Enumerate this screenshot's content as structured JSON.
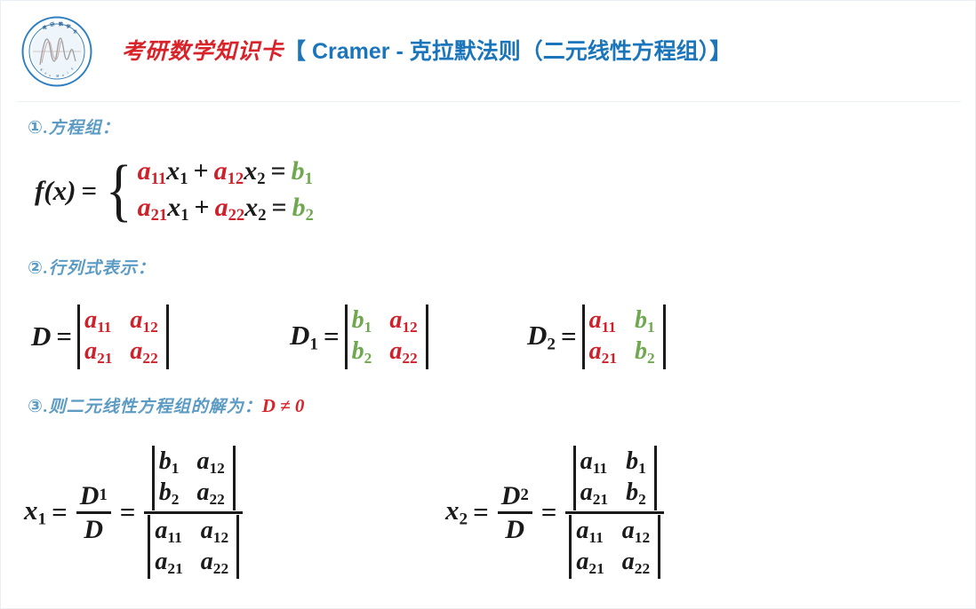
{
  "header": {
    "logo_icon": "math-curve-circular-logo",
    "title_cn": "考研数学知识卡",
    "title_main": "【 Cramer - 克拉默法则（二元线性方程组）】"
  },
  "colors": {
    "coefficient_red": "#d0212a",
    "constant_green": "#6fa84f",
    "heading_blue": "#5b9bc4",
    "title_blue": "#1b75bb",
    "title_red": "#d8232a",
    "text_black": "#1a1a1a"
  },
  "sections": {
    "one": {
      "num": "①",
      "dot": ".",
      "label": "方程组："
    },
    "two": {
      "num": "②",
      "dot": ".",
      "label": "行列式表示："
    },
    "three": {
      "num": "③",
      "dot": ".",
      "label": "则二元线性方程组的解为：",
      "condition": "D ≠ 0"
    }
  },
  "symbols": {
    "eq": "=",
    "plus": "+",
    "brace_left": "{",
    "f_of_x": "f(x)"
  },
  "system": {
    "lhs": "f",
    "lhs_paren_open": "(",
    "lhs_var": "x",
    "lhs_paren_close": ")",
    "rows": [
      {
        "a1": "a",
        "a1sub": "11",
        "x1": "x",
        "x1sub": "1",
        "a2": "a",
        "a2sub": "12",
        "x2": "x",
        "x2sub": "2",
        "b": "b",
        "bsub": "1"
      },
      {
        "a1": "a",
        "a1sub": "21",
        "x1": "x",
        "x1sub": "1",
        "a2": "a",
        "a2sub": "22",
        "x2": "x",
        "x2sub": "2",
        "b": "b",
        "bsub": "2"
      }
    ]
  },
  "determinants": [
    {
      "name": "D",
      "name_sub": "",
      "cells": [
        {
          "t": "a",
          "s": "11",
          "c": "red"
        },
        {
          "t": "a",
          "s": "12",
          "c": "red"
        },
        {
          "t": "a",
          "s": "21",
          "c": "red"
        },
        {
          "t": "a",
          "s": "22",
          "c": "red"
        }
      ]
    },
    {
      "name": "D",
      "name_sub": "1",
      "cells": [
        {
          "t": "b",
          "s": "1",
          "c": "green"
        },
        {
          "t": "a",
          "s": "12",
          "c": "red"
        },
        {
          "t": "b",
          "s": "2",
          "c": "green"
        },
        {
          "t": "a",
          "s": "22",
          "c": "red"
        }
      ]
    },
    {
      "name": "D",
      "name_sub": "2",
      "cells": [
        {
          "t": "a",
          "s": "11",
          "c": "red"
        },
        {
          "t": "b",
          "s": "1",
          "c": "green"
        },
        {
          "t": "a",
          "s": "21",
          "c": "red"
        },
        {
          "t": "b",
          "s": "2",
          "c": "green"
        }
      ]
    }
  ],
  "solutions": [
    {
      "var": "x",
      "var_sub": "1",
      "frac_num": "D",
      "frac_num_sub": "1",
      "frac_den": "D",
      "numerator_cells": [
        {
          "t": "b",
          "s": "1"
        },
        {
          "t": "a",
          "s": "12"
        },
        {
          "t": "b",
          "s": "2"
        },
        {
          "t": "a",
          "s": "22"
        }
      ],
      "denominator_cells": [
        {
          "t": "a",
          "s": "11"
        },
        {
          "t": "a",
          "s": "12"
        },
        {
          "t": "a",
          "s": "21"
        },
        {
          "t": "a",
          "s": "22"
        }
      ]
    },
    {
      "var": "x",
      "var_sub": "2",
      "frac_num": "D",
      "frac_num_sub": "2",
      "frac_den": "D",
      "numerator_cells": [
        {
          "t": "a",
          "s": "11"
        },
        {
          "t": "b",
          "s": "1"
        },
        {
          "t": "a",
          "s": "21"
        },
        {
          "t": "b",
          "s": "2"
        }
      ],
      "denominator_cells": [
        {
          "t": "a",
          "s": "11"
        },
        {
          "t": "a",
          "s": "12"
        },
        {
          "t": "a",
          "s": "21"
        },
        {
          "t": "a",
          "s": "22"
        }
      ]
    }
  ]
}
